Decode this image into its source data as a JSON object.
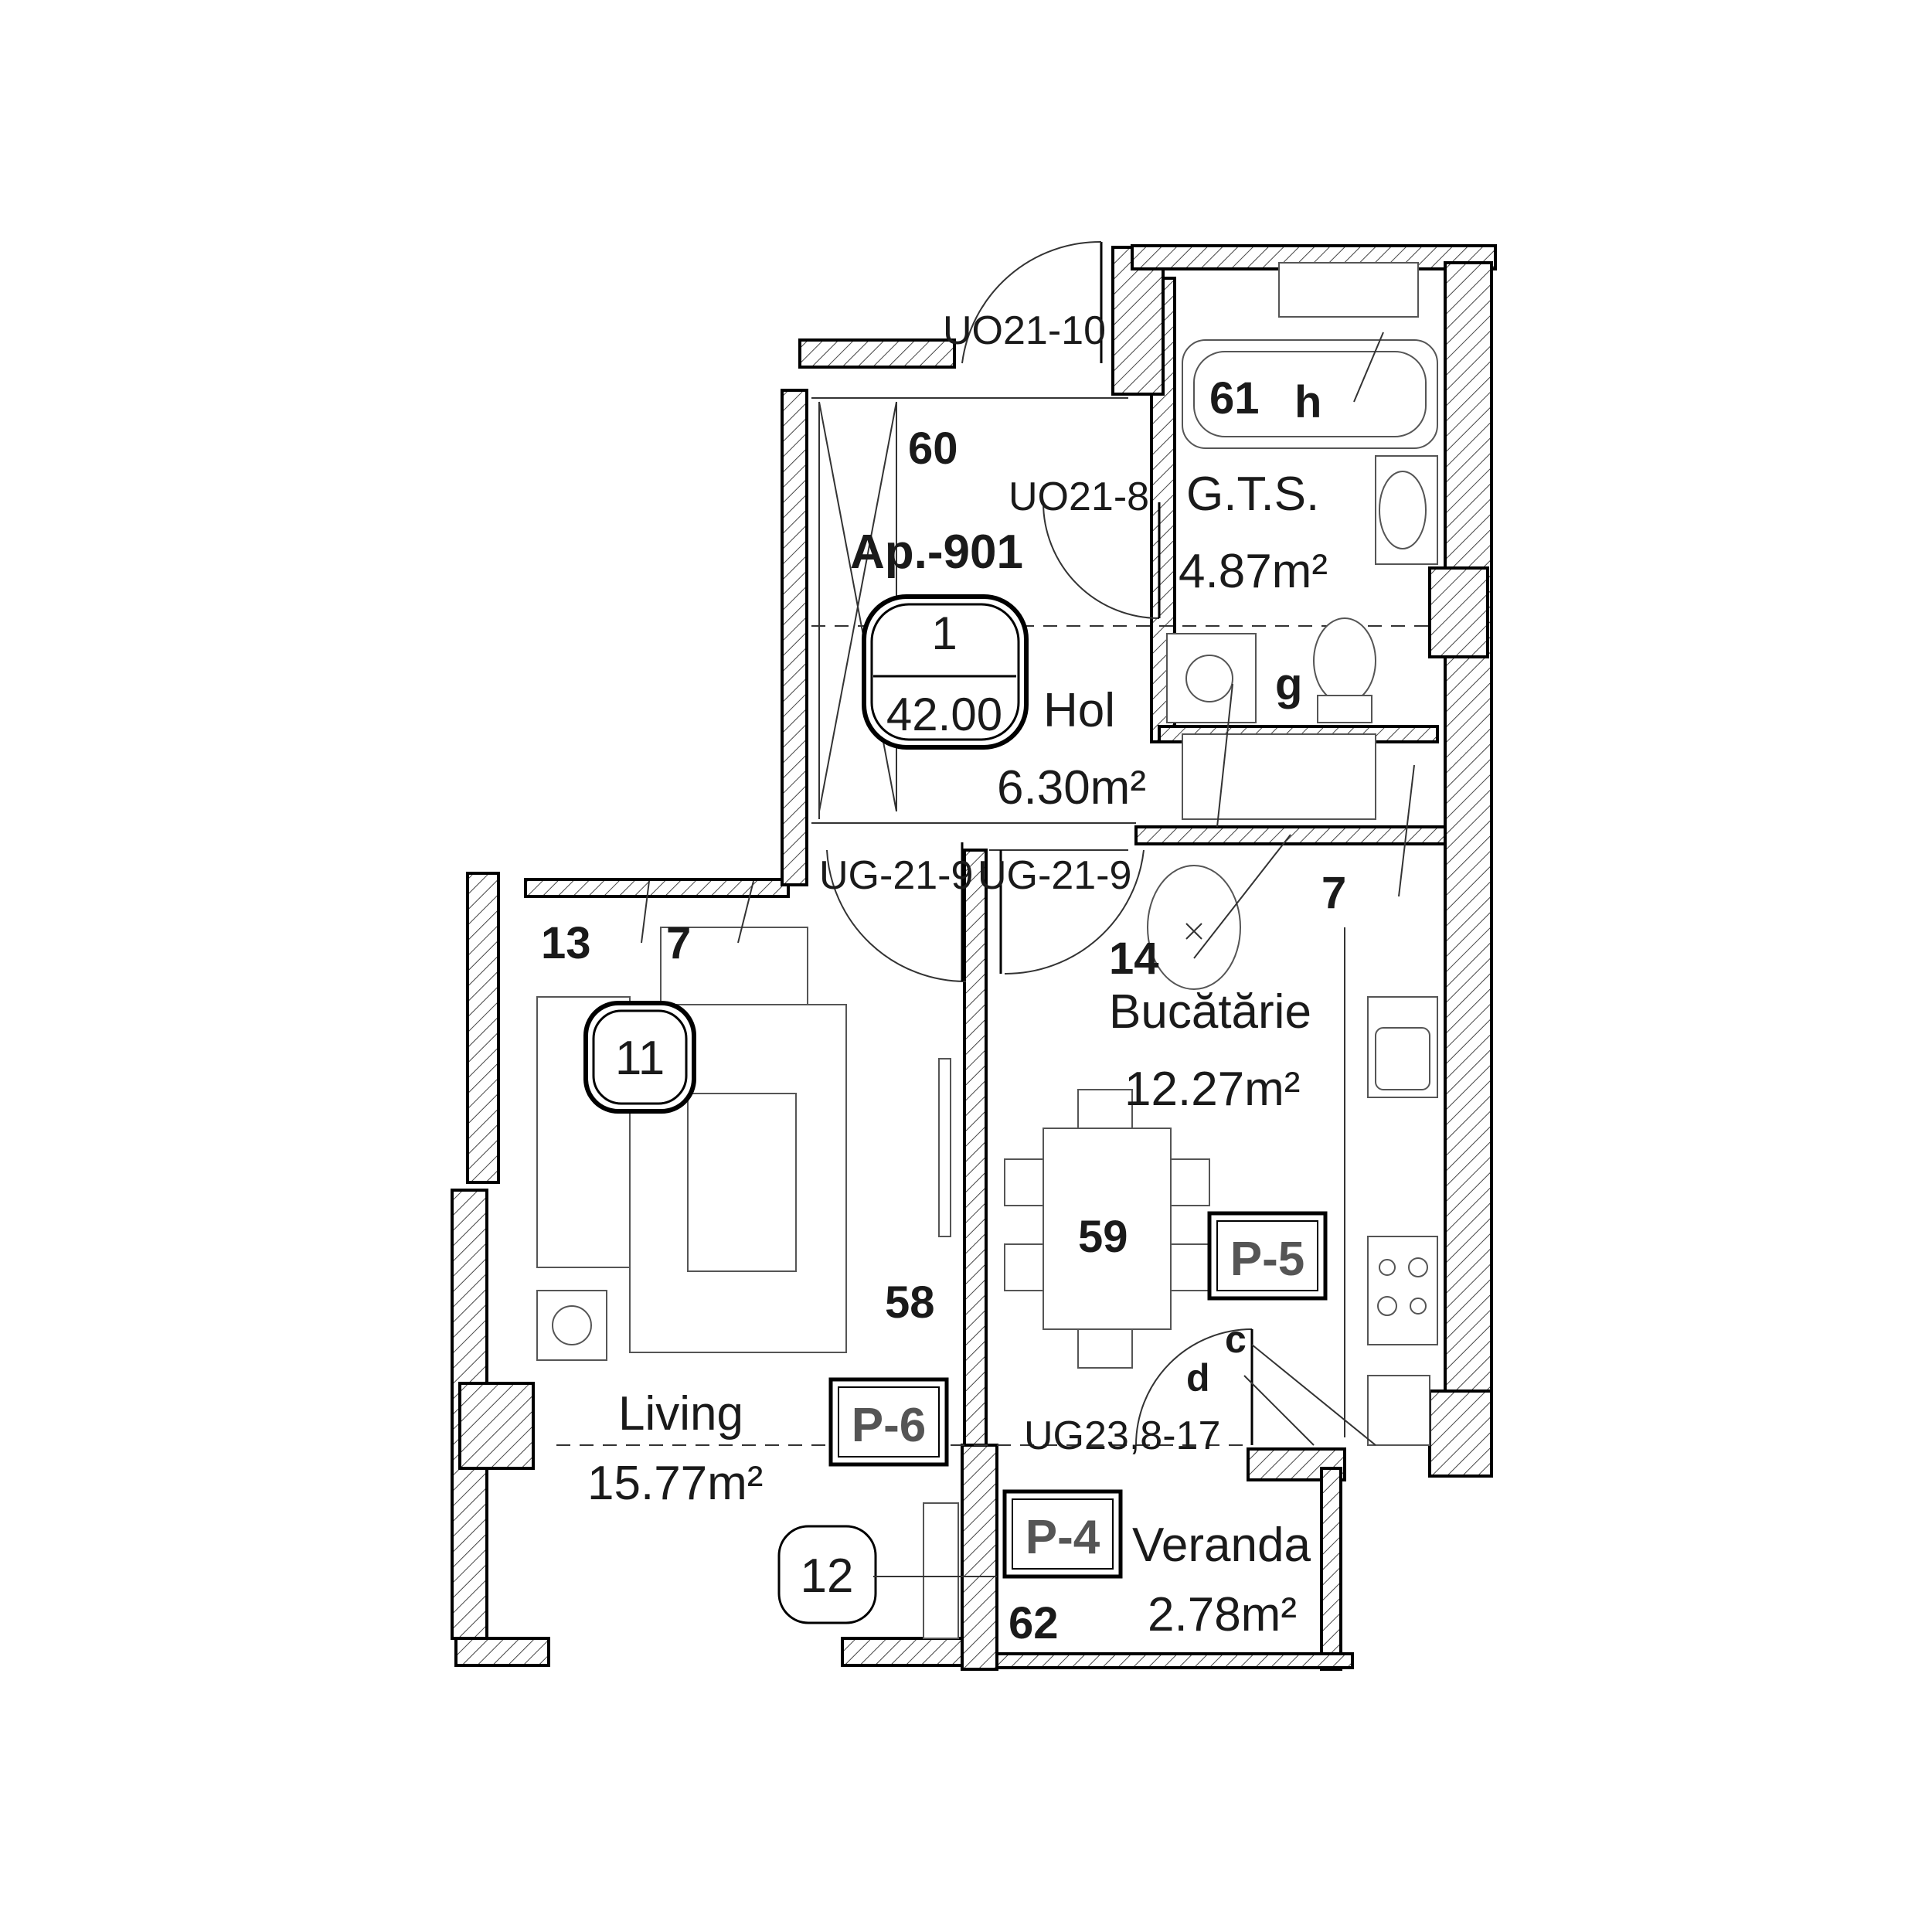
{
  "apartment": {
    "label": "Ap.-901",
    "unit_number": "1",
    "total_area": "42.00"
  },
  "rooms": {
    "hol": {
      "name": "Hol",
      "area": "6.30m²"
    },
    "gts": {
      "name": "G.T.S.",
      "area": "4.87m²"
    },
    "kitchen": {
      "name": "Bucătărie",
      "area": "12.27m²"
    },
    "living": {
      "name": "Living",
      "area": "15.77m²"
    },
    "veranda": {
      "name": "Veranda",
      "area": "2.78m²"
    }
  },
  "doors": {
    "entrance": "UO21-10",
    "bathroom": "UO21-8",
    "living": "UG-21-9",
    "kitchen": "UG-21-9",
    "veranda": "UG23,8-17"
  },
  "panels": {
    "p4": "P-4",
    "p5": "P-5",
    "p6": "P-6"
  },
  "circles": {
    "c11": "11",
    "c12": "12"
  },
  "markers": {
    "m60": "60",
    "m61": "61",
    "h": "h",
    "g": "g",
    "m7_kitchen": "7",
    "m14": "14",
    "m13": "13",
    "m7_living": "7",
    "m58": "58",
    "m59": "59",
    "c": "c",
    "d": "d",
    "m62": "62"
  }
}
